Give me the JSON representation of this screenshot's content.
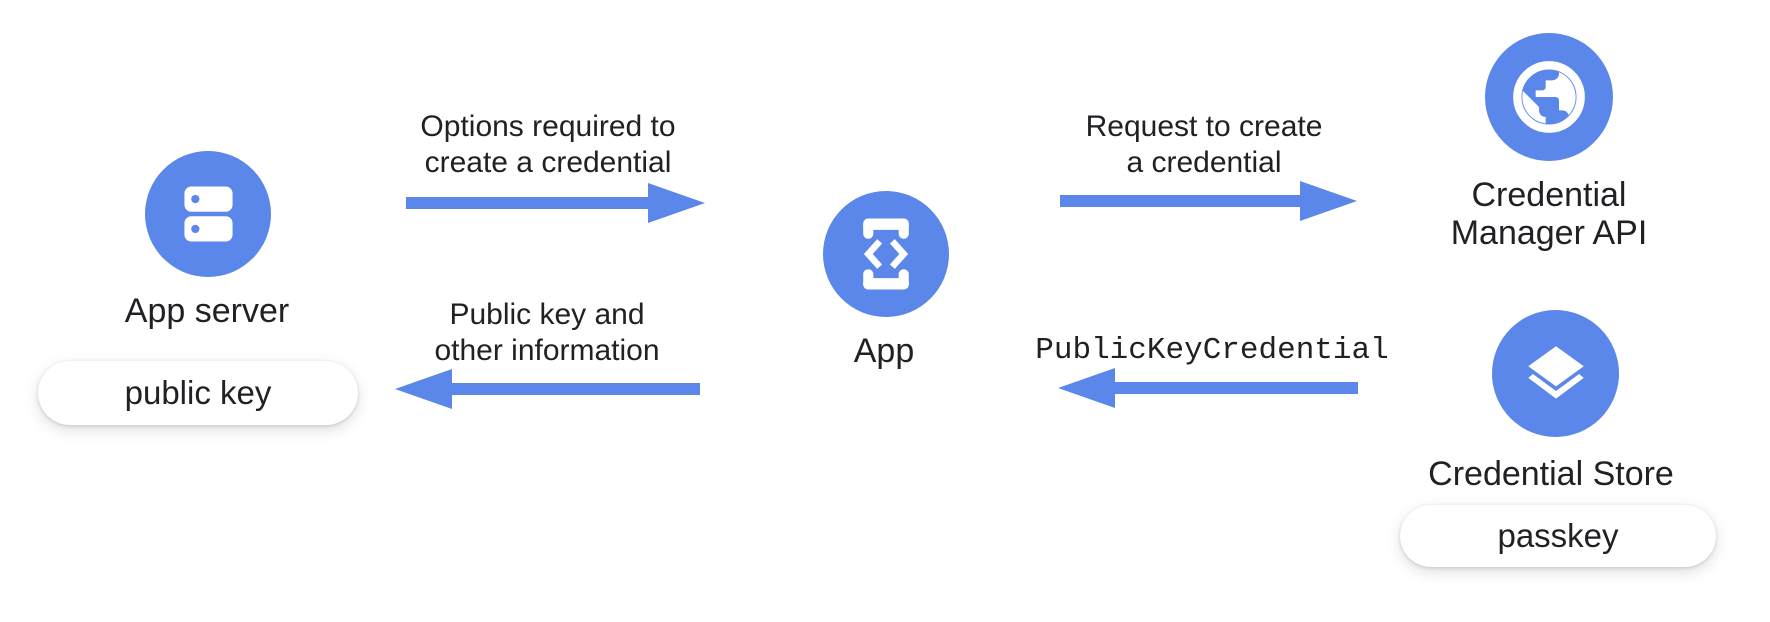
{
  "theme": {
    "accent_blue": "#5b87ea",
    "text_color": "#202124",
    "background": "#ffffff",
    "pill_background": "#ffffff"
  },
  "nodes": {
    "app_server": {
      "label": "App server",
      "badge": "public key",
      "icon": "server-icon"
    },
    "app": {
      "label": "App",
      "icon": "phone-code-icon"
    },
    "credential_manager_api": {
      "label_line1": "Credential",
      "label_line2": "Manager API",
      "icon": "globe-icon"
    },
    "credential_store": {
      "label": "Credential Store",
      "badge": "passkey",
      "icon": "layers-icon"
    }
  },
  "arrows": {
    "options": {
      "direction": "right",
      "label_line1": "Options required to",
      "label_line2": "create a credential"
    },
    "public_key_return": {
      "direction": "left",
      "label_line1": "Public key and",
      "label_line2": "other information"
    },
    "request": {
      "direction": "right",
      "label_line1": "Request to create",
      "label_line2": "a credential"
    },
    "public_key_credential": {
      "direction": "left",
      "label": "PublicKeyCredential"
    }
  }
}
